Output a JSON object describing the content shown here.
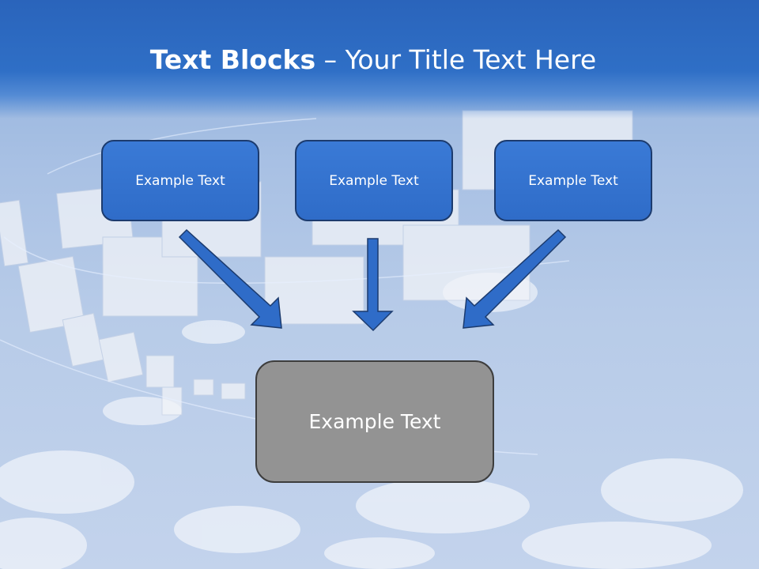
{
  "title": {
    "bold": "Text Blocks",
    "separator": " – ",
    "rest": "Your Title Text Here"
  },
  "top_blocks": [
    {
      "label": "Example Text"
    },
    {
      "label": "Example Text"
    },
    {
      "label": "Example Text"
    }
  ],
  "bottom_block": {
    "label": "Example Text"
  },
  "colors": {
    "title_bar": "#2f6cc4",
    "block_fill": "#3474d0",
    "block_border": "#1c3b6e",
    "arrow_fill": "#2f6cc8",
    "bottom_fill": "#939393",
    "bottom_border": "#3d3d3d"
  }
}
